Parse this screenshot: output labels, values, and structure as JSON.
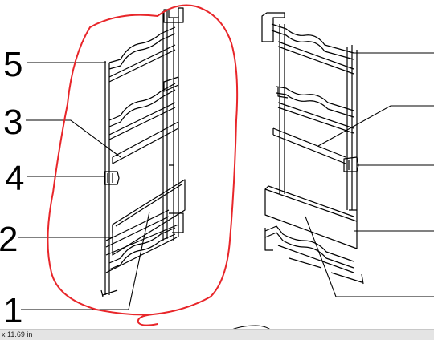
{
  "callouts": {
    "c5": "5",
    "c3": "3",
    "c4": "4",
    "c2": "2",
    "c1": "1"
  },
  "status": {
    "size_text": "x 11.69 in"
  },
  "colors": {
    "highlight": "#e8262a",
    "line": "#000000",
    "background": "#ffffff"
  }
}
